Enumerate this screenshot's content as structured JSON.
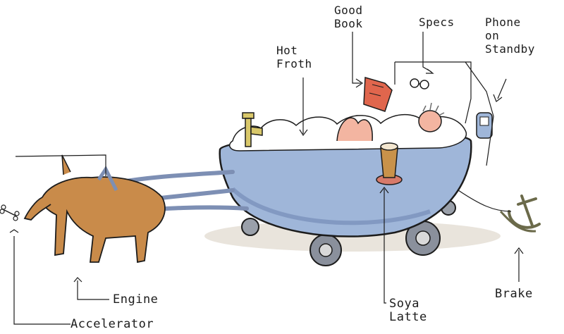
{
  "labels": {
    "good_book": "Good\nBook",
    "specs": "Specs",
    "phone": "Phone\non\nStandby",
    "hot_froth": "Hot\nFroth",
    "engine": "Engine",
    "accelerator": "Accelerator",
    "soya_latte": "Soya\nLatte",
    "brake": "Brake"
  },
  "colors": {
    "tub": "#9fb6d9",
    "tub_dark": "#6f86b3",
    "dog": "#c98b4a",
    "foam": "#ffffff",
    "book": "#e0664d",
    "ink": "#1c1c1c",
    "wheel": "#7a7f8c",
    "anchor": "#6b6a4a"
  }
}
